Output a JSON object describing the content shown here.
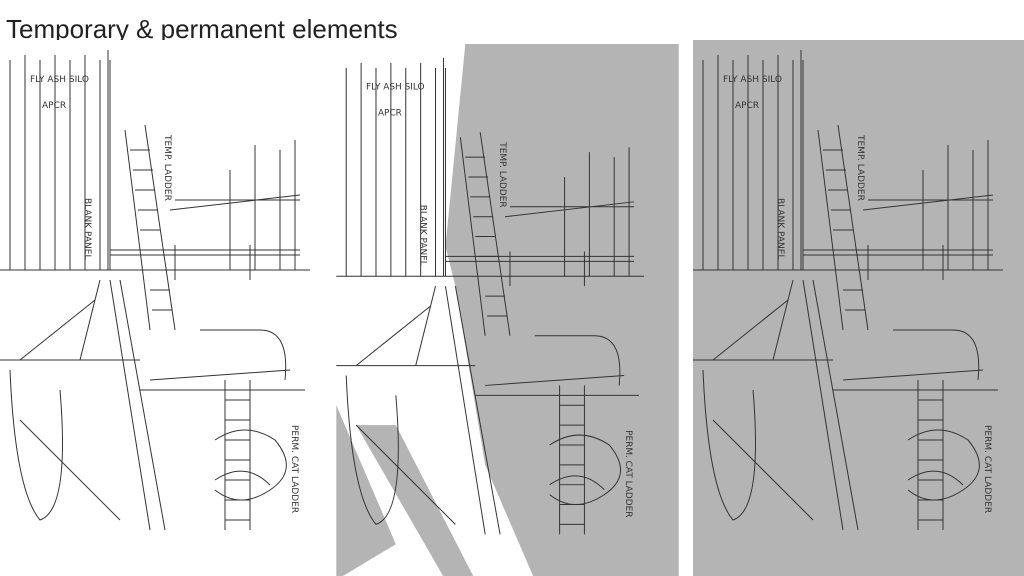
{
  "slide": {
    "title": "Temporary & permanent elements"
  },
  "sketch": {
    "labels": {
      "silo": "FLY ASH SILO",
      "apcr": "APCR",
      "temp_ladder": "TEMP. LADDER",
      "blank_panel": "BLANK PANEL",
      "perm_ladder": "PERM. CAT LADDER"
    }
  },
  "colors": {
    "overlay": "#b4b4b4",
    "ink": "#333333"
  }
}
